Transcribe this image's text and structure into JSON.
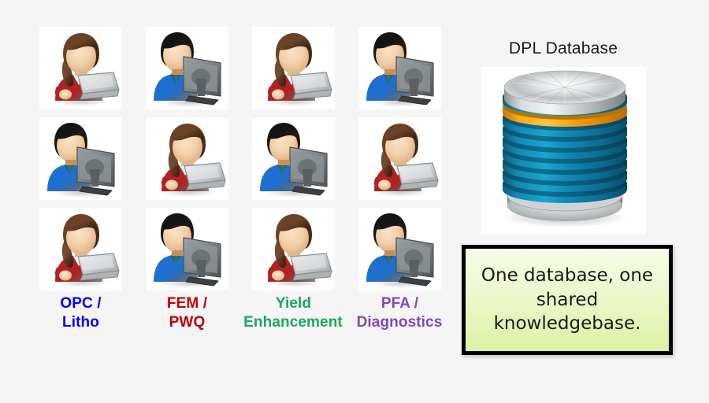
{
  "background_color": "#f5f5f5",
  "grid": {
    "rows": [
      [
        {
          "icon": "user-with-laptop-icon",
          "variant": "laptop",
          "shirt_color": "#b22222",
          "hair_color": "#6b4226"
        },
        {
          "icon": "user-with-desktop-icon",
          "variant": "desktop",
          "shirt_color": "#1f6fd0",
          "hair_color": "#141414"
        },
        {
          "icon": "user-with-laptop-icon",
          "variant": "laptop",
          "shirt_color": "#b22222",
          "hair_color": "#6b4226"
        },
        {
          "icon": "user-with-desktop-icon",
          "variant": "desktop",
          "shirt_color": "#1f6fd0",
          "hair_color": "#141414"
        }
      ],
      [
        {
          "icon": "user-with-desktop-icon",
          "variant": "desktop",
          "shirt_color": "#1f6fd0",
          "hair_color": "#141414"
        },
        {
          "icon": "user-with-laptop-icon",
          "variant": "laptop",
          "shirt_color": "#b22222",
          "hair_color": "#6b4226"
        },
        {
          "icon": "user-with-desktop-icon",
          "variant": "desktop",
          "shirt_color": "#1f6fd0",
          "hair_color": "#141414"
        },
        {
          "icon": "user-with-laptop-icon",
          "variant": "laptop",
          "shirt_color": "#b22222",
          "hair_color": "#6b4226"
        }
      ],
      [
        {
          "icon": "user-with-laptop-icon",
          "variant": "laptop",
          "shirt_color": "#b22222",
          "hair_color": "#6b4226"
        },
        {
          "icon": "user-with-desktop-icon",
          "variant": "desktop",
          "shirt_color": "#1f6fd0",
          "hair_color": "#141414"
        },
        {
          "icon": "user-with-laptop-icon",
          "variant": "laptop",
          "shirt_color": "#b22222",
          "hair_color": "#6b4226"
        },
        {
          "icon": "user-with-desktop-icon",
          "variant": "desktop",
          "shirt_color": "#1f6fd0",
          "hair_color": "#141414"
        }
      ]
    ]
  },
  "columns": [
    {
      "line1": "OPC /",
      "line2": "Litho",
      "color": "#0000ff"
    },
    {
      "line1": "FEM /",
      "line2": "PWQ",
      "color": "#c00000"
    },
    {
      "line1": "Yield",
      "line2": "Enhancement",
      "color": "#17a95c"
    },
    {
      "line1": "PFA /",
      "line2": "Diagnostics",
      "color": "#8046be"
    }
  ],
  "database": {
    "title": "DPL Database",
    "icon": "database-cylinder-icon",
    "cap_color": "#c8cccd",
    "disc_color": "#0d7fa5",
    "highlight_disc_color": "#f0a112",
    "base_color": "#b9bcbd",
    "disc_count": 9,
    "highlight_disc_index": 2
  },
  "callout": {
    "text": "One database, one shared knowledgebase.",
    "border_color": "#000000",
    "fill_top_color": "#f6fce6",
    "fill_bottom_color": "#ddf1a4",
    "text_color": "#1a1a1a"
  }
}
